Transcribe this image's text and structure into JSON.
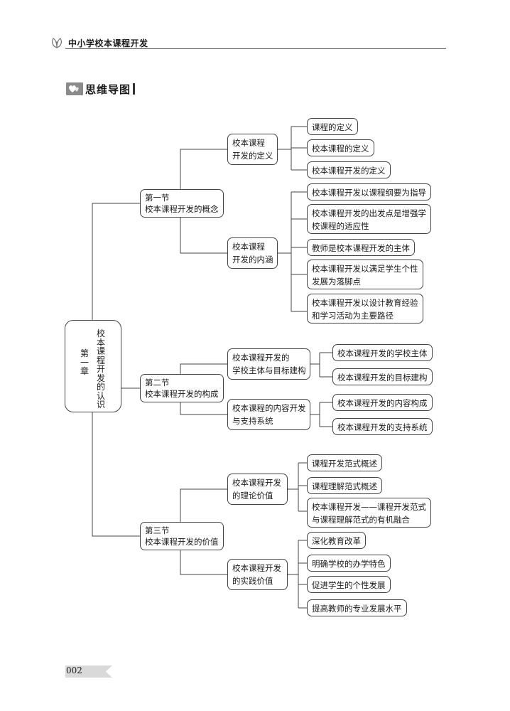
{
  "header": {
    "book_title": "中小学校本课程开发"
  },
  "section": {
    "title": "思维导图"
  },
  "page": {
    "number": "002"
  },
  "mindmap": {
    "root": {
      "line1": "校本课程开发的认识",
      "line2": "第一章"
    },
    "sections": [
      {
        "line1": "第一节",
        "line2": "校本课程开发的概念",
        "groups": [
          {
            "line1": "校本课程",
            "line2": "开发的定义",
            "leaves": [
              [
                "课程的定义"
              ],
              [
                "校本课程的定义"
              ],
              [
                "校本课程开发的定义"
              ]
            ]
          },
          {
            "line1": "校本课程",
            "line2": "开发的内涵",
            "leaves": [
              [
                "校本课程开发以课程纲要为指导"
              ],
              [
                "校本课程开发的出发点是增强学",
                "校课程的适应性"
              ],
              [
                "教师是校本课程开发的主体"
              ],
              [
                "校本课程开发以满足学生个性",
                "发展为落脚点"
              ],
              [
                "校本课程开发以设计教育经验",
                "和学习活动为主要路径"
              ]
            ]
          }
        ]
      },
      {
        "line1": "第二节",
        "line2": "校本课程开发的构成",
        "groups": [
          {
            "line1": "校本课程开发的",
            "line2": "学校主体与目标建构",
            "leaves": [
              [
                "校本课程开发的学校主体"
              ],
              [
                "校本课程开发的目标建构"
              ]
            ]
          },
          {
            "line1": "校本课程的内容开发",
            "line2": "与支持系统",
            "leaves": [
              [
                "校本课程开发的内容构成"
              ],
              [
                "校本课程开发的支持系统"
              ]
            ]
          }
        ]
      },
      {
        "line1": "第三节",
        "line2": "校本课程开发的价值",
        "groups": [
          {
            "line1": "校本课程开发",
            "line2": "的理论价值",
            "leaves": [
              [
                "课程开发范式概述"
              ],
              [
                "课程理解范式概述"
              ],
              [
                "校本课程开发——课程开发范式",
                "与课程理解范式的有机融合"
              ]
            ]
          },
          {
            "line1": "校本课程开发",
            "line2": "的实践价值",
            "leaves": [
              [
                "深化教育改革"
              ],
              [
                "明确学校的办学特色"
              ],
              [
                "促进学生的个性发展"
              ],
              [
                "提高教师的专业发展水平"
              ]
            ]
          }
        ]
      }
    ]
  }
}
